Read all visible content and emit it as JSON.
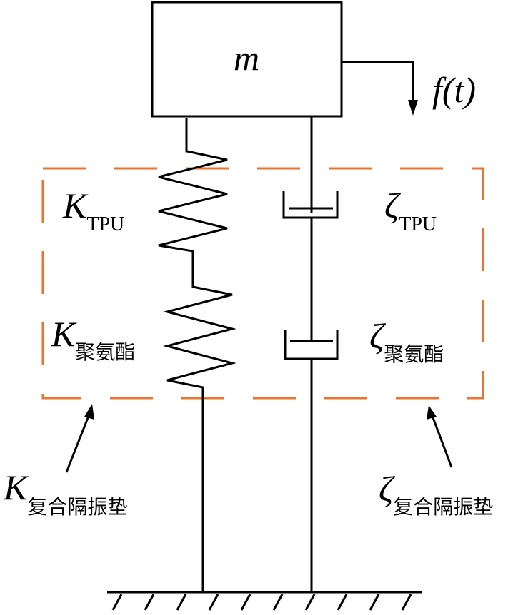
{
  "mass": {
    "label": "m"
  },
  "force": {
    "label": "f(t)"
  },
  "stiffness": {
    "symbol": "K",
    "tpu_sub": "TPU",
    "pu_sub": "聚氨酯",
    "composite_sub": "复合隔振垫"
  },
  "damping": {
    "symbol": "ζ",
    "tpu_sub": "TPU",
    "pu_sub": "聚氨酯",
    "composite_sub": "复合隔振垫"
  },
  "colors": {
    "dashed_box": "#e8742f",
    "lines": "#000000"
  }
}
